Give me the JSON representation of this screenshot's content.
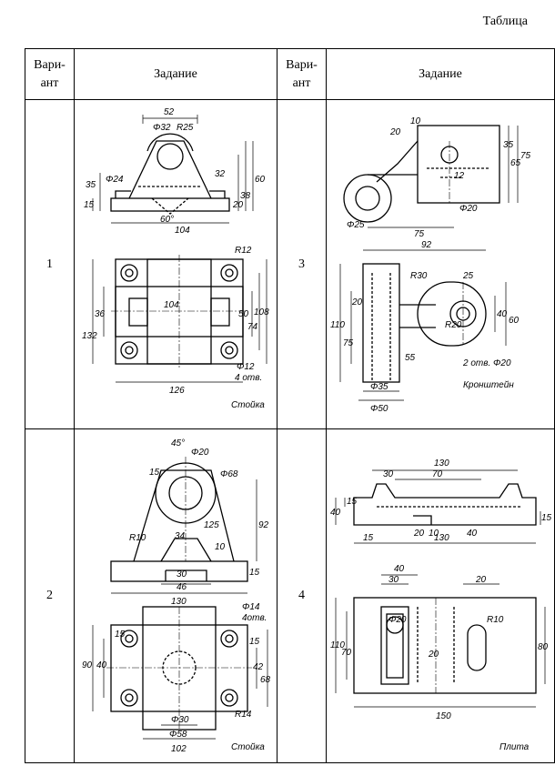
{
  "caption": "Таблица",
  "headers": {
    "variant": "Вари-\nант",
    "task": "Задание"
  },
  "rows": [
    {
      "left_variant": "1",
      "left_part_name": "Стойка",
      "left_dims_top": [
        "52",
        "Φ32",
        "R25",
        "Φ24",
        "35",
        "15",
        "32",
        "60",
        "38",
        "20",
        "60°",
        "104"
      ],
      "left_dims_bottom": [
        "R12",
        "36",
        "104",
        "50",
        "74",
        "108",
        "132",
        "Φ12",
        "4 отв.",
        "126"
      ],
      "right_variant": "3",
      "right_part_name": "Кронштейн",
      "right_dims_top": [
        "20",
        "10",
        "35",
        "65",
        "75",
        "12",
        "Φ20",
        "Φ25",
        "75"
      ],
      "right_dims_bottom": [
        "92",
        "R30",
        "25",
        "20",
        "110",
        "75",
        "55",
        "R20",
        "40",
        "60",
        "2 отв. Φ20",
        "Φ35",
        "Φ50"
      ]
    },
    {
      "left_variant": "2",
      "left_part_name": "Стойка",
      "left_dims_top": [
        "45°",
        "Φ20",
        "15",
        "Φ68",
        "125",
        "R10",
        "34",
        "10",
        "92",
        "15",
        "30",
        "46",
        "130"
      ],
      "left_dims_bottom": [
        "Φ14",
        "4отв.",
        "15",
        "40",
        "90",
        "15",
        "42",
        "68",
        "Φ30",
        "Φ58",
        "R14",
        "102"
      ],
      "right_variant": "4",
      "right_part_name": "Плита",
      "right_dims_top": [
        "130",
        "30",
        "70",
        "40",
        "15",
        "15",
        "20",
        "10",
        "40",
        "15",
        "130"
      ],
      "right_dims_bottom": [
        "40",
        "30",
        "20",
        "Φ20",
        "R10",
        "110",
        "70",
        "80",
        "20",
        "150"
      ]
    }
  ]
}
